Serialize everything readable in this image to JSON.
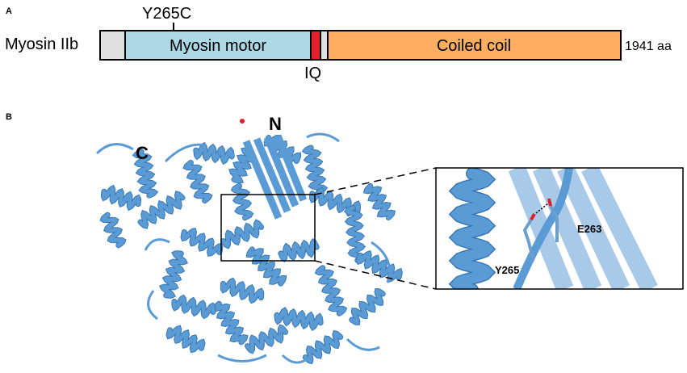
{
  "panel_a": {
    "label": "A",
    "protein_name": "Myosin IIb",
    "length_label": "1941 aa",
    "mutation_label": "Y265C",
    "iq_label": "IQ",
    "domains": [
      {
        "name": "",
        "color": "#e0e0e0"
      },
      {
        "name": "Myosin motor",
        "color": "#add8e6"
      },
      {
        "name": "",
        "color": "#e0202a"
      },
      {
        "name": "",
        "color": "#e0e0e0"
      },
      {
        "name": "Coiled coil",
        "color": "#fdae61"
      }
    ]
  },
  "panel_b": {
    "label": "B",
    "n_terminus": "N",
    "c_terminus": "C",
    "inset_residue_1": "E263",
    "inset_residue_2": "Y265",
    "structure_color": "#5b9bd5",
    "structure_dark": "#3a78b5",
    "oxygen_color": "#e0202a"
  }
}
